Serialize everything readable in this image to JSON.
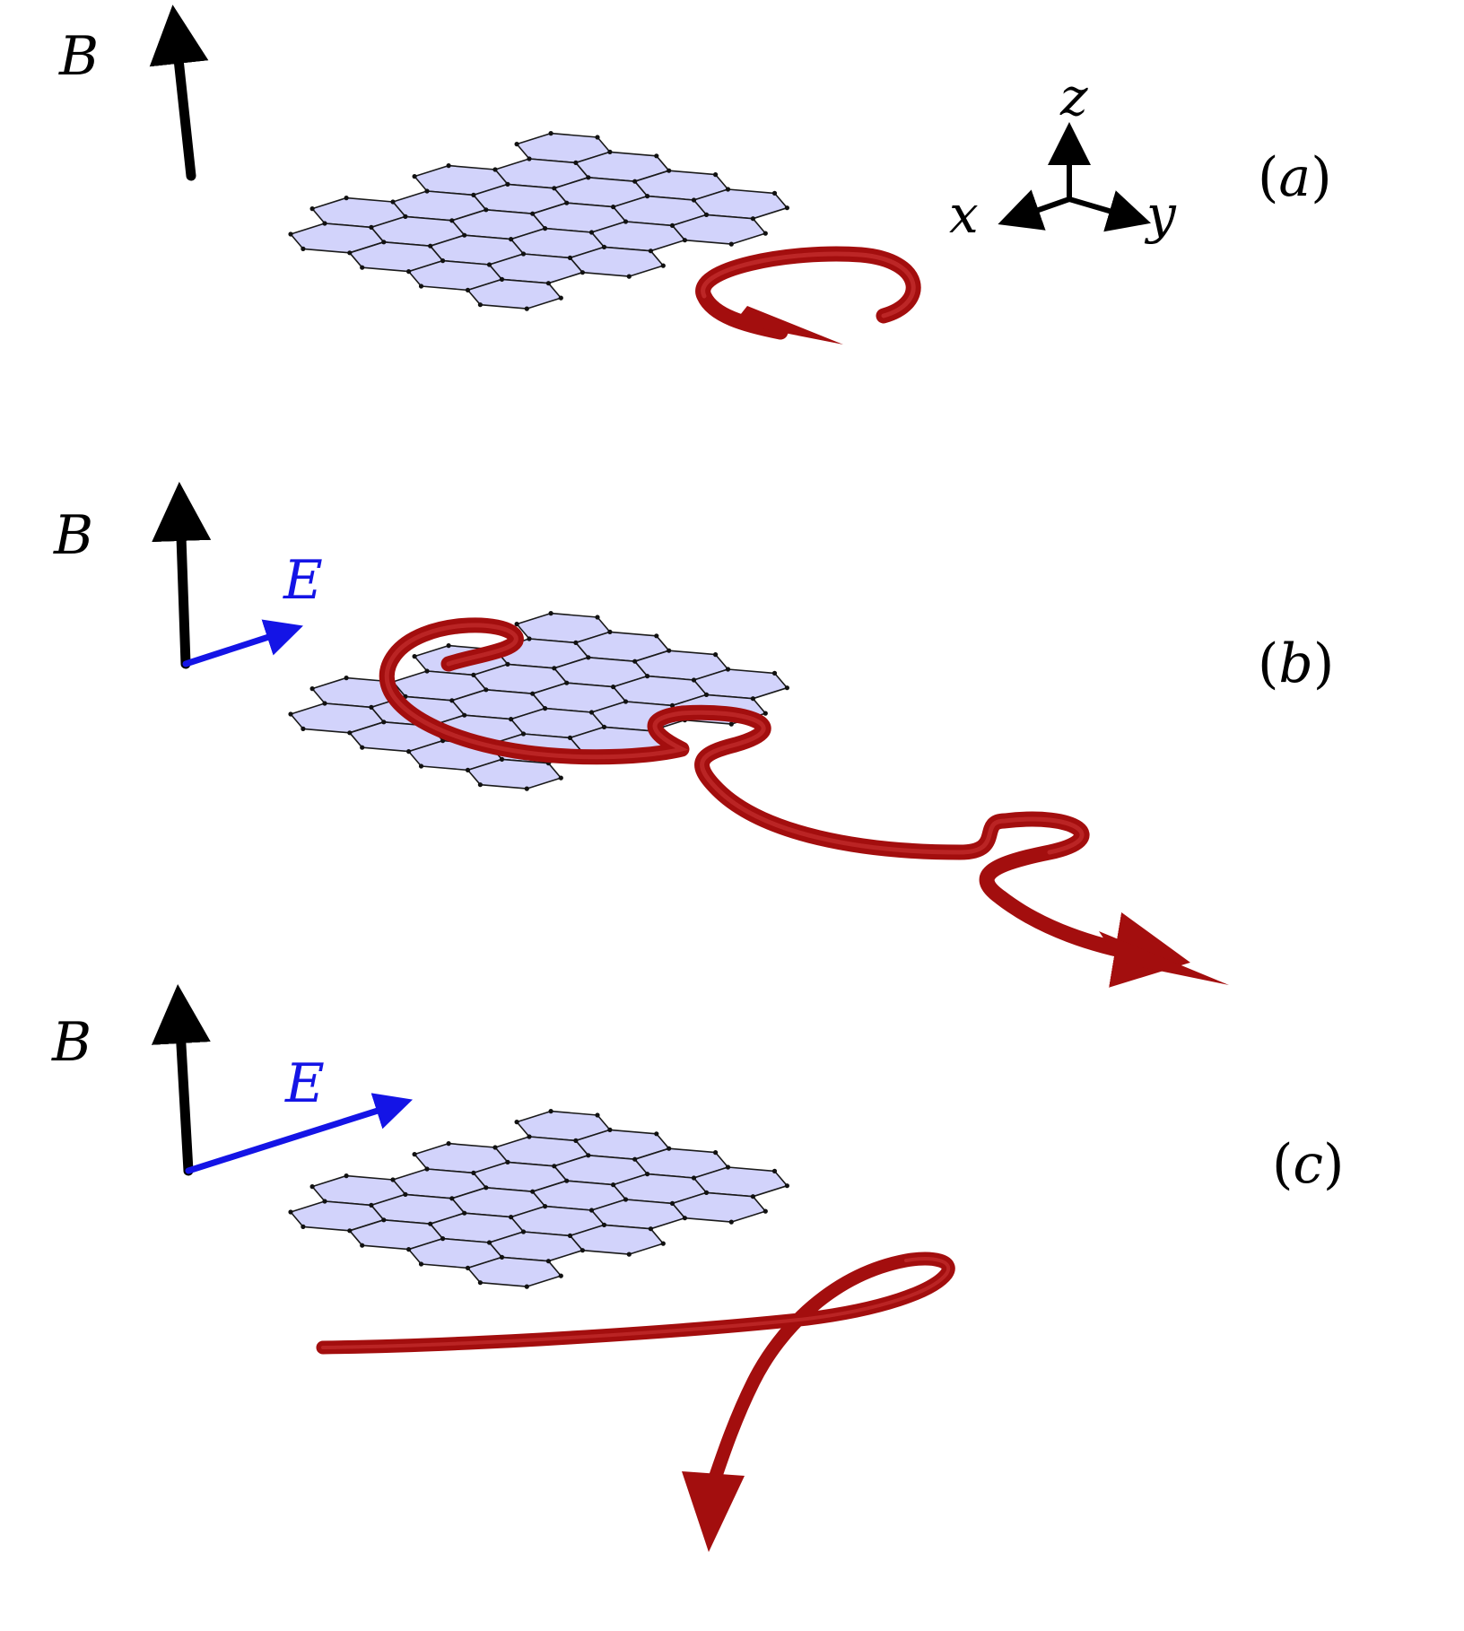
{
  "panels": [
    {
      "id": "a",
      "label_prefix": "(",
      "label_letter": "a",
      "label_suffix": ")",
      "b_label": "B",
      "e_label": "",
      "trajectory": "cyclotron-orbit"
    },
    {
      "id": "b",
      "label_prefix": "(",
      "label_letter": "b",
      "label_suffix": ")",
      "b_label": "B",
      "e_label": "E",
      "trajectory": "drift-cycloid"
    },
    {
      "id": "c",
      "label_prefix": "(",
      "label_letter": "c",
      "label_suffix": ")",
      "b_label": "B",
      "e_label": "E",
      "trajectory": "snake-loop"
    }
  ],
  "axes": {
    "x": "x",
    "y": "y",
    "z": "z"
  },
  "colors": {
    "lattice_fill": "#d2d3fb",
    "lattice_edge": "#1a1a1a",
    "trajectory": "#a30e0e",
    "trajectory_highlight": "#d23a3a",
    "b_field": "#000000",
    "e_field": "#1414e6"
  }
}
